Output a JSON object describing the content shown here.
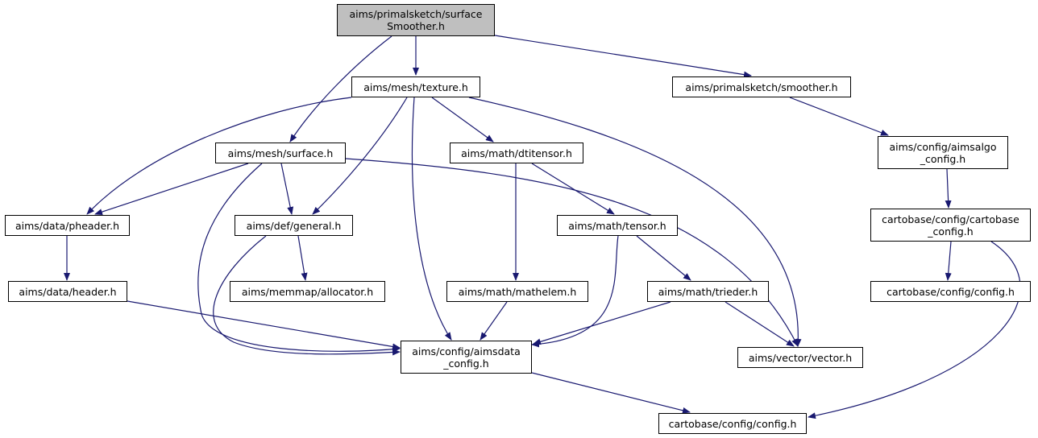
{
  "graph": {
    "edge_color": "#191970",
    "root_fill": "#bfbfbf",
    "nodes": [
      {
        "id": "root",
        "label": "aims/primalsketch/surface\nSmoother.h",
        "root": true
      },
      {
        "id": "texture",
        "label": "aims/mesh/texture.h"
      },
      {
        "id": "smoother",
        "label": "aims/primalsketch/smoother.h"
      },
      {
        "id": "surface",
        "label": "aims/mesh/surface.h"
      },
      {
        "id": "dtitensor",
        "label": "aims/math/dtitensor.h"
      },
      {
        "id": "aimsalgo_config",
        "label": "aims/config/aimsalgo\n_config.h"
      },
      {
        "id": "pheader",
        "label": "aims/data/pheader.h"
      },
      {
        "id": "general",
        "label": "aims/def/general.h"
      },
      {
        "id": "tensor",
        "label": "aims/math/tensor.h"
      },
      {
        "id": "cartobase_config",
        "label": "cartobase/config/cartobase\n_config.h"
      },
      {
        "id": "header",
        "label": "aims/data/header.h"
      },
      {
        "id": "allocator",
        "label": "aims/memmap/allocator.h"
      },
      {
        "id": "mathelem",
        "label": "aims/math/mathelem.h"
      },
      {
        "id": "trieder",
        "label": "aims/math/trieder.h"
      },
      {
        "id": "config_right",
        "label": "cartobase/config/config.h"
      },
      {
        "id": "aimsdata_config",
        "label": "aims/config/aimsdata\n_config.h"
      },
      {
        "id": "vector",
        "label": "aims/vector/vector.h"
      },
      {
        "id": "config_bottom",
        "label": "cartobase/config/config.h"
      }
    ]
  }
}
